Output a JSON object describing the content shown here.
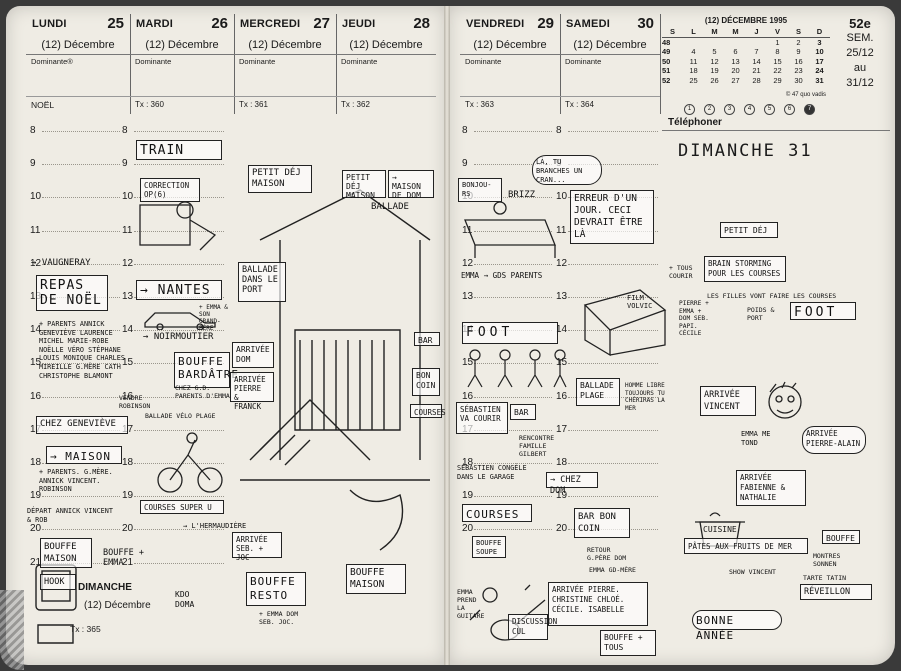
{
  "days_left": [
    {
      "name": "LUNDI",
      "num": "25",
      "month": "(12) Décembre",
      "dominante": "Dominante®",
      "fete": "NOËL"
    },
    {
      "name": "MARDI",
      "num": "26",
      "month": "(12) Décembre",
      "dominante": "Dominante",
      "tx": "Tx : 360"
    },
    {
      "name": "MERCREDI",
      "num": "27",
      "month": "(12) Décembre",
      "dominante": "Dominante",
      "tx": "Tx : 361"
    },
    {
      "name": "JEUDI",
      "num": "28",
      "month": "(12) Décembre",
      "dominante": "Dominante",
      "tx": "Tx : 362"
    }
  ],
  "days_right": [
    {
      "name": "VENDREDI",
      "num": "29",
      "month": "(12) Décembre",
      "dominante": "Dominante",
      "tx": "Tx : 363"
    },
    {
      "name": "SAMEDI",
      "num": "30",
      "month": "(12) Décembre",
      "dominante": "Dominante",
      "tx": "Tx : 364"
    }
  ],
  "hours": [
    "8",
    "9",
    "10",
    "11",
    "12",
    "13",
    "14",
    "15",
    "16",
    "17",
    "18",
    "19",
    "20",
    "21"
  ],
  "mini_calendar": {
    "title": "(12) DÉCEMBRE 1995",
    "head": [
      "S",
      "L",
      "M",
      "M",
      "J",
      "V",
      "S",
      "D"
    ],
    "rows": [
      [
        "48",
        "",
        "",
        "",
        "",
        "1",
        "2",
        "3"
      ],
      [
        "49",
        "4",
        "5",
        "6",
        "7",
        "8",
        "9",
        "10"
      ],
      [
        "50",
        "11",
        "12",
        "13",
        "14",
        "15",
        "16",
        "17"
      ],
      [
        "51",
        "18",
        "19",
        "20",
        "21",
        "22",
        "23",
        "24"
      ],
      [
        "52",
        "25",
        "26",
        "27",
        "28",
        "29",
        "30",
        "31"
      ]
    ],
    "note": "© 47 quo vadis",
    "moons": [
      "1",
      "2",
      "3",
      "4",
      "5",
      "6",
      "7"
    ]
  },
  "week": {
    "number": "52e",
    "label": "SEM.",
    "from": "25/12",
    "sep": "au",
    "to": "31/12"
  },
  "telephone_label": "Téléphoner",
  "sunday_title": "DIMANCHE 31",
  "sunday_left": {
    "name": "DIMANCHE",
    "month": "(12) Décembre",
    "tx": "Tx : 365"
  },
  "notes": {
    "train": "TRAIN",
    "correction": "CORRECTION OP(6)",
    "petit_dej": "PETIT DÉJ MAISON",
    "petit_dej2": "PETIT DÉJ MAISON",
    "maison_dom": "→ MAISON DE DOM",
    "ballade": "BALLADE",
    "bonjour": "BONJOU-RS",
    "briz": "BRIZZ",
    "la_tu": "LÀ, TU BRANCHES UN CRAN...",
    "erreur": "ERREUR D'UN JOUR. CECI DEVRAIT ÊTRE LÀ",
    "vaugneray": "→ VAUGNERAY",
    "repas": "REPAS DE NOËL",
    "repas_list": "+ PARENTS ANNICK GENEVIÈVE LAURENCE MICHEL MARIE-ROBE NOËLLE VÉRO STÉPHANE LOUIS MONIQUE CHARLES MIREILLE G.MÈRE CATH CHRISTOPHE BLAMONT",
    "nantes": "→ NANTES",
    "ballade_port": "BALLADE DANS LE PORT",
    "emma_dom": "+ EMMA & SON GRAND-PÈRE",
    "noirmoutier": "→ NOIRMOUTIER",
    "arrivee_dom": "ARRIVÉE DOM",
    "bouffe_bardatre": "BOUFFE BARDÂTRE",
    "bouffe_bardatre_sub": "CHEZ G.D. PARENTS D'EMMA",
    "arrivee_pierre": "ARRIVÉE PIERRE & FRANCK",
    "robinson": "VENDRE ROBINSON",
    "ballade_velo": "BALLADE VÉLO PLAGE",
    "chez_genevieve": "CHEZ GENEVIÈVE",
    "maison": "→ MAISON",
    "maison_list": "+ PARENTS. G.MÈRE. ANNICK VINCENT. ROBINSON",
    "depart": "DÉPART ANNICK VINCENT & ROB",
    "courses_super": "COURSES SUPER U",
    "hermaudiere": "→ L'HERMAUDIÈRE",
    "arrivee_seb": "ARRIVÉE SEB. + JOC",
    "bouffe_maison1": "BOUFFE MAISON",
    "bouffe_emma": "BOUFFE + EMMA",
    "hook": "HOOK",
    "bouffe_resto": "BOUFFE RESTO",
    "resto_sub": "+ EMMA DOM SEB. JOC.",
    "kdo": "KDO DOMA",
    "bouffe_maison2": "BOUFFE MAISON",
    "bar": "BAR",
    "bon_coin": "BON COIN",
    "courses": "COURSES",
    "emma_gds": "EMMA → GDS PARENTS",
    "foot": "FOOT",
    "film": "FILM VOLVIC",
    "sebastien": "SÉBASTIEN VA COURIR",
    "bar2": "BAR",
    "rencontre": "RENCONTRE FAMILLE GILBERT",
    "ballade_plage": "BALLADE PLAGE",
    "homme_libre": "HOMME LIBRE TOUJOURS TU CHÉRIRAS LA MER",
    "sebastien_congele": "SÉBASTIEN CONGÈLE DANS LE GARAGE",
    "chez_dom": "→ CHEZ DOM",
    "courses2": "COURSES",
    "bar3": "BAR BON COIN",
    "bouffe_soupe": "BOUFFE SOUPE",
    "retour": "RETOUR G.PÈRE DOM",
    "emma_grand": "EMMA GD-MÈRE",
    "arrivee_list": "ARRIVÉE PIERRE. CHRISTINE CHLOÉ. CÉCILE. ISABELLE",
    "discussion": "DISCUSSION CUL",
    "emma_piano": "EMMA PREND LA GUITARE",
    "bouffe_tous": "BOUFFE + TOUS",
    "petit_dej3": "PETIT DÉJ",
    "tous_courir": "+ TOUS COURIR",
    "brainstorming": "BRAIN STORMING POUR LES COURSES",
    "filles": "LES FILLES VONT FAIRE LES COURSES",
    "dom_emma": "PIERRE + EMMA + DOM SEB. PAPI. CÉCILE",
    "foot2": "FOOT",
    "poids": "POIDS & PORT",
    "arrivee_vincent": "ARRIVÉE VINCENT",
    "emma_me": "EMMA ME TOND",
    "arrivee_pierre_alain": "ARRIVÉE PIERRE-ALAIN",
    "arrivee_fab": "ARRIVÉE FABIENNE & NATHALIE",
    "cuisine": "CUISINE",
    "pates": "PÂTES AUX FRUITS DE MER",
    "bouffe_r": "BOUFFE",
    "montres": "MONTRES SONNEN",
    "tarte": "TARTE TATIN",
    "show": "SHOW VINCENT",
    "reveillon": "RÉVEILLON",
    "bonne_annee": "BONNE ANNÉE"
  }
}
